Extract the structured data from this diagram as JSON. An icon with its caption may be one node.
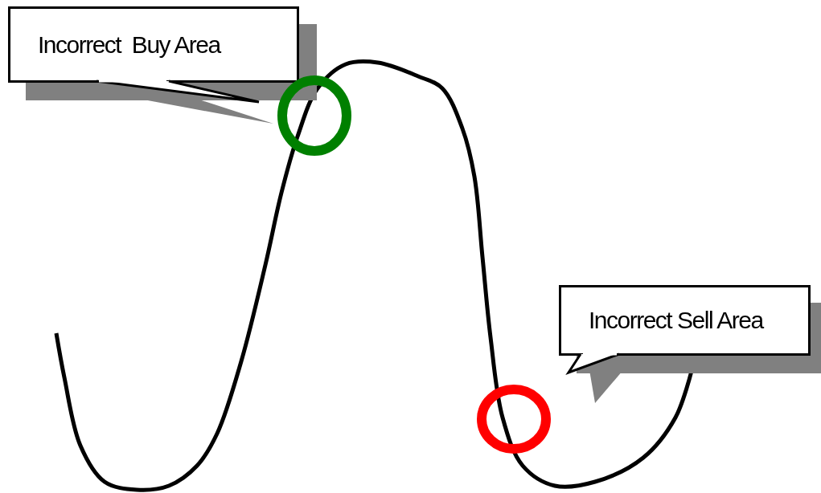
{
  "diagram": {
    "nodes": [
      {
        "text": [
          "Incorrect  Buy Area"
        ]
      },
      {
        "text": [
          "Incorrect Sell Area"
        ]
      },
      {
        "text": [],
        "shape": "circle"
      },
      {
        "text": [],
        "shape": "circle"
      }
    ]
  }
}
